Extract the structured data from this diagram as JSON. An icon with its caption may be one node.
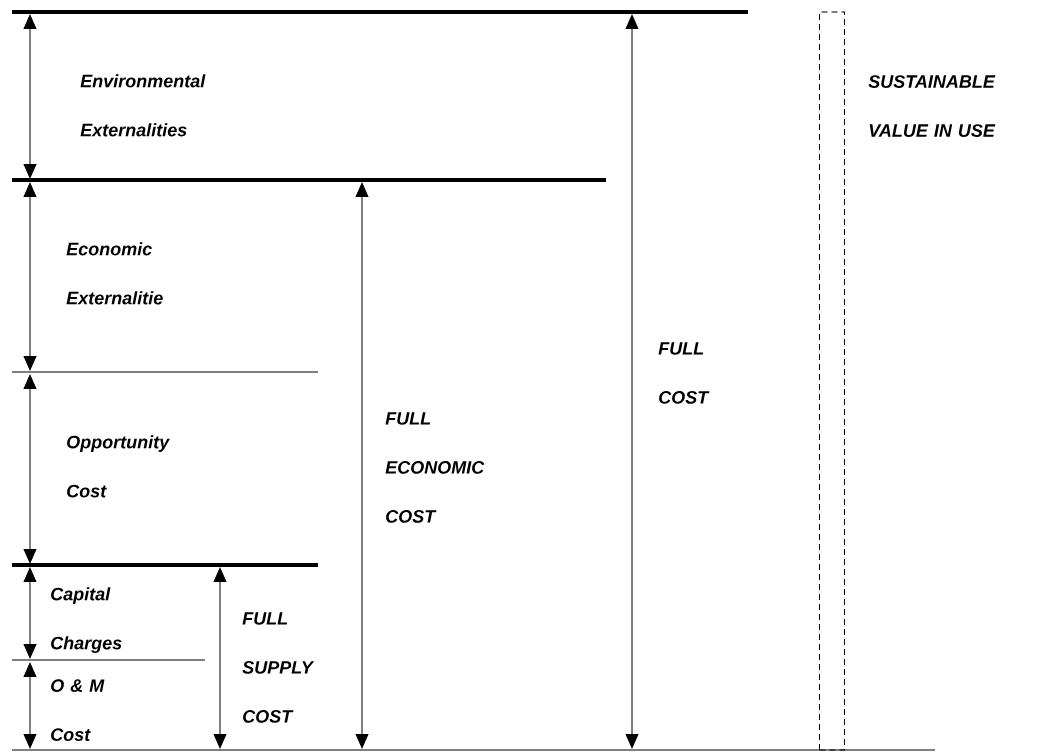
{
  "diagram": {
    "nodes": [
      {
        "text": [],
        "shape": "bar"
      }
    ],
    "labels": [
      "Environmental Externalities",
      "SUSTAINABLE VALUE IN USE",
      "Economic Externalitie",
      "FULL COST",
      "FULL ECONOMIC COST",
      "Opportunity Cost",
      "Capital Charges",
      "FULL SUPPLY COST",
      "O & M Cost"
    ]
  }
}
